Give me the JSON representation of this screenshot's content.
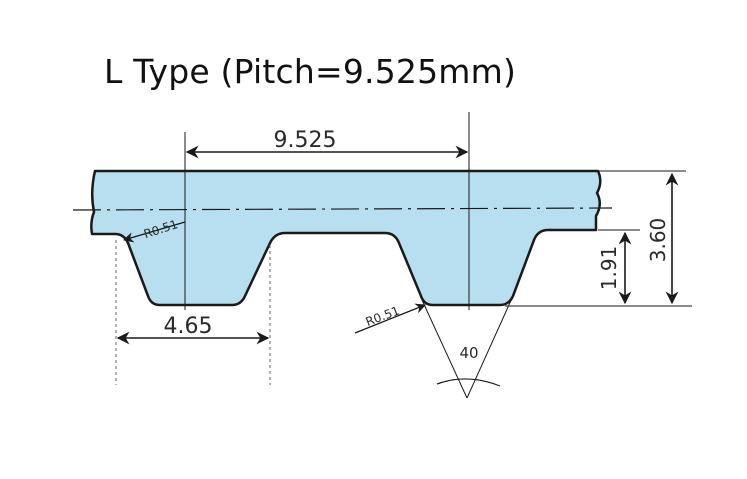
{
  "title": "L Type (Pitch=9.525mm)",
  "colors": {
    "belt_fill": "#b7dff0",
    "outline": "#1a1a1a",
    "text": "#2a2a2a"
  },
  "dimensions": {
    "pitch": "9.525",
    "tooth_width": "4.65",
    "total_height": "3.60",
    "tooth_height": "1.91",
    "radius_left": "R0.51",
    "radius_bottom": "R0.51",
    "angle": "40"
  }
}
